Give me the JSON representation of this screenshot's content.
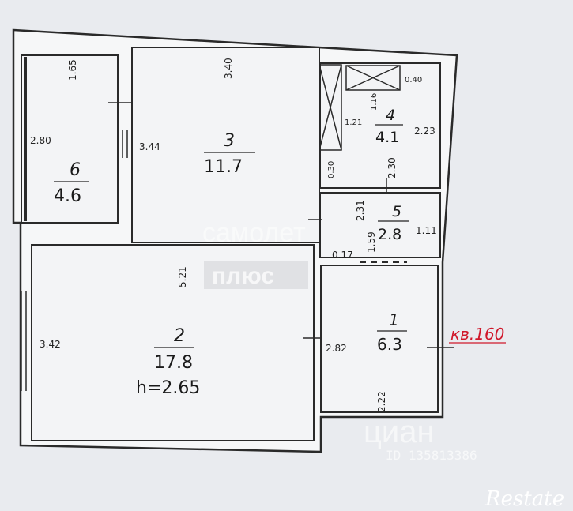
{
  "rooms": [
    {
      "number": "1",
      "area": "6.3"
    },
    {
      "number": "2",
      "area": "17.8",
      "height": "h=2.65"
    },
    {
      "number": "3",
      "area": "11.7"
    },
    {
      "number": "4",
      "area": "4.1"
    },
    {
      "number": "5",
      "area": "2.8"
    },
    {
      "number": "6",
      "area": "4.6"
    }
  ],
  "dimensions": {
    "r6_top": "1.65",
    "r6_left": "2.80",
    "r3_top": "3.40",
    "r3_left": "3.44",
    "r4_top": "0.40",
    "r4_inner": "1.16",
    "r4_side": "1.21",
    "r4_right": "2.23",
    "r4_bottom": "0.30",
    "r5_top": "2.30",
    "r5_left": "2.31",
    "r5_right": "1.11",
    "r5_small": "0.17",
    "r5_bottom": "1.59",
    "r2_top": "5.21",
    "r2_left": "3.42",
    "r1_left": "2.82",
    "r1_bottom": "2.22"
  },
  "apartment_label": "кв.160",
  "watermarks": {
    "samolet": "самолет",
    "plus": "плюс",
    "cian": "циан",
    "cian_id": "ID 135813386",
    "restate": "Restate"
  },
  "colors": {
    "apartment_label": "#d0182b",
    "walls": "#2a2a2a",
    "background": "#e9ebef"
  }
}
